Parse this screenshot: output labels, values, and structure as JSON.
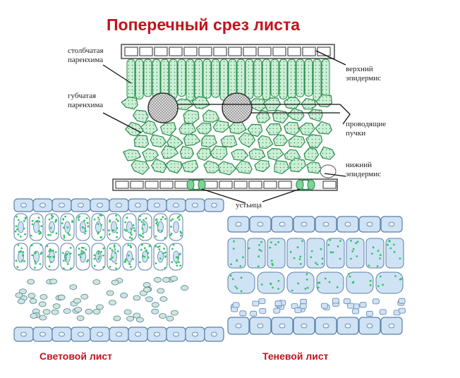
{
  "title": "Поперечный срез листа",
  "labels": {
    "palisade": [
      "столбчатая",
      "паренхима"
    ],
    "spongy": [
      "губчатая",
      "паренхима"
    ],
    "upper_epidermis": [
      "верхний",
      "эпидермис"
    ],
    "vascular_bundles": [
      "проводящие",
      "пучки"
    ],
    "lower_epidermis": [
      "нижний",
      "эпидермис"
    ],
    "stomata": "устьица"
  },
  "captions": {
    "light_leaf": "Световой лист",
    "shade_leaf": "Теневой лист"
  },
  "colors": {
    "title": "#c0141c",
    "cell_fill": "#cdeed8",
    "cell_stroke": "#2b8a4a",
    "dots": "#2a9a4a",
    "epidermis_fill": "#cfe3f5",
    "epidermis_stroke": "#5b7fa8",
    "chloroplast": "#33c36a"
  }
}
